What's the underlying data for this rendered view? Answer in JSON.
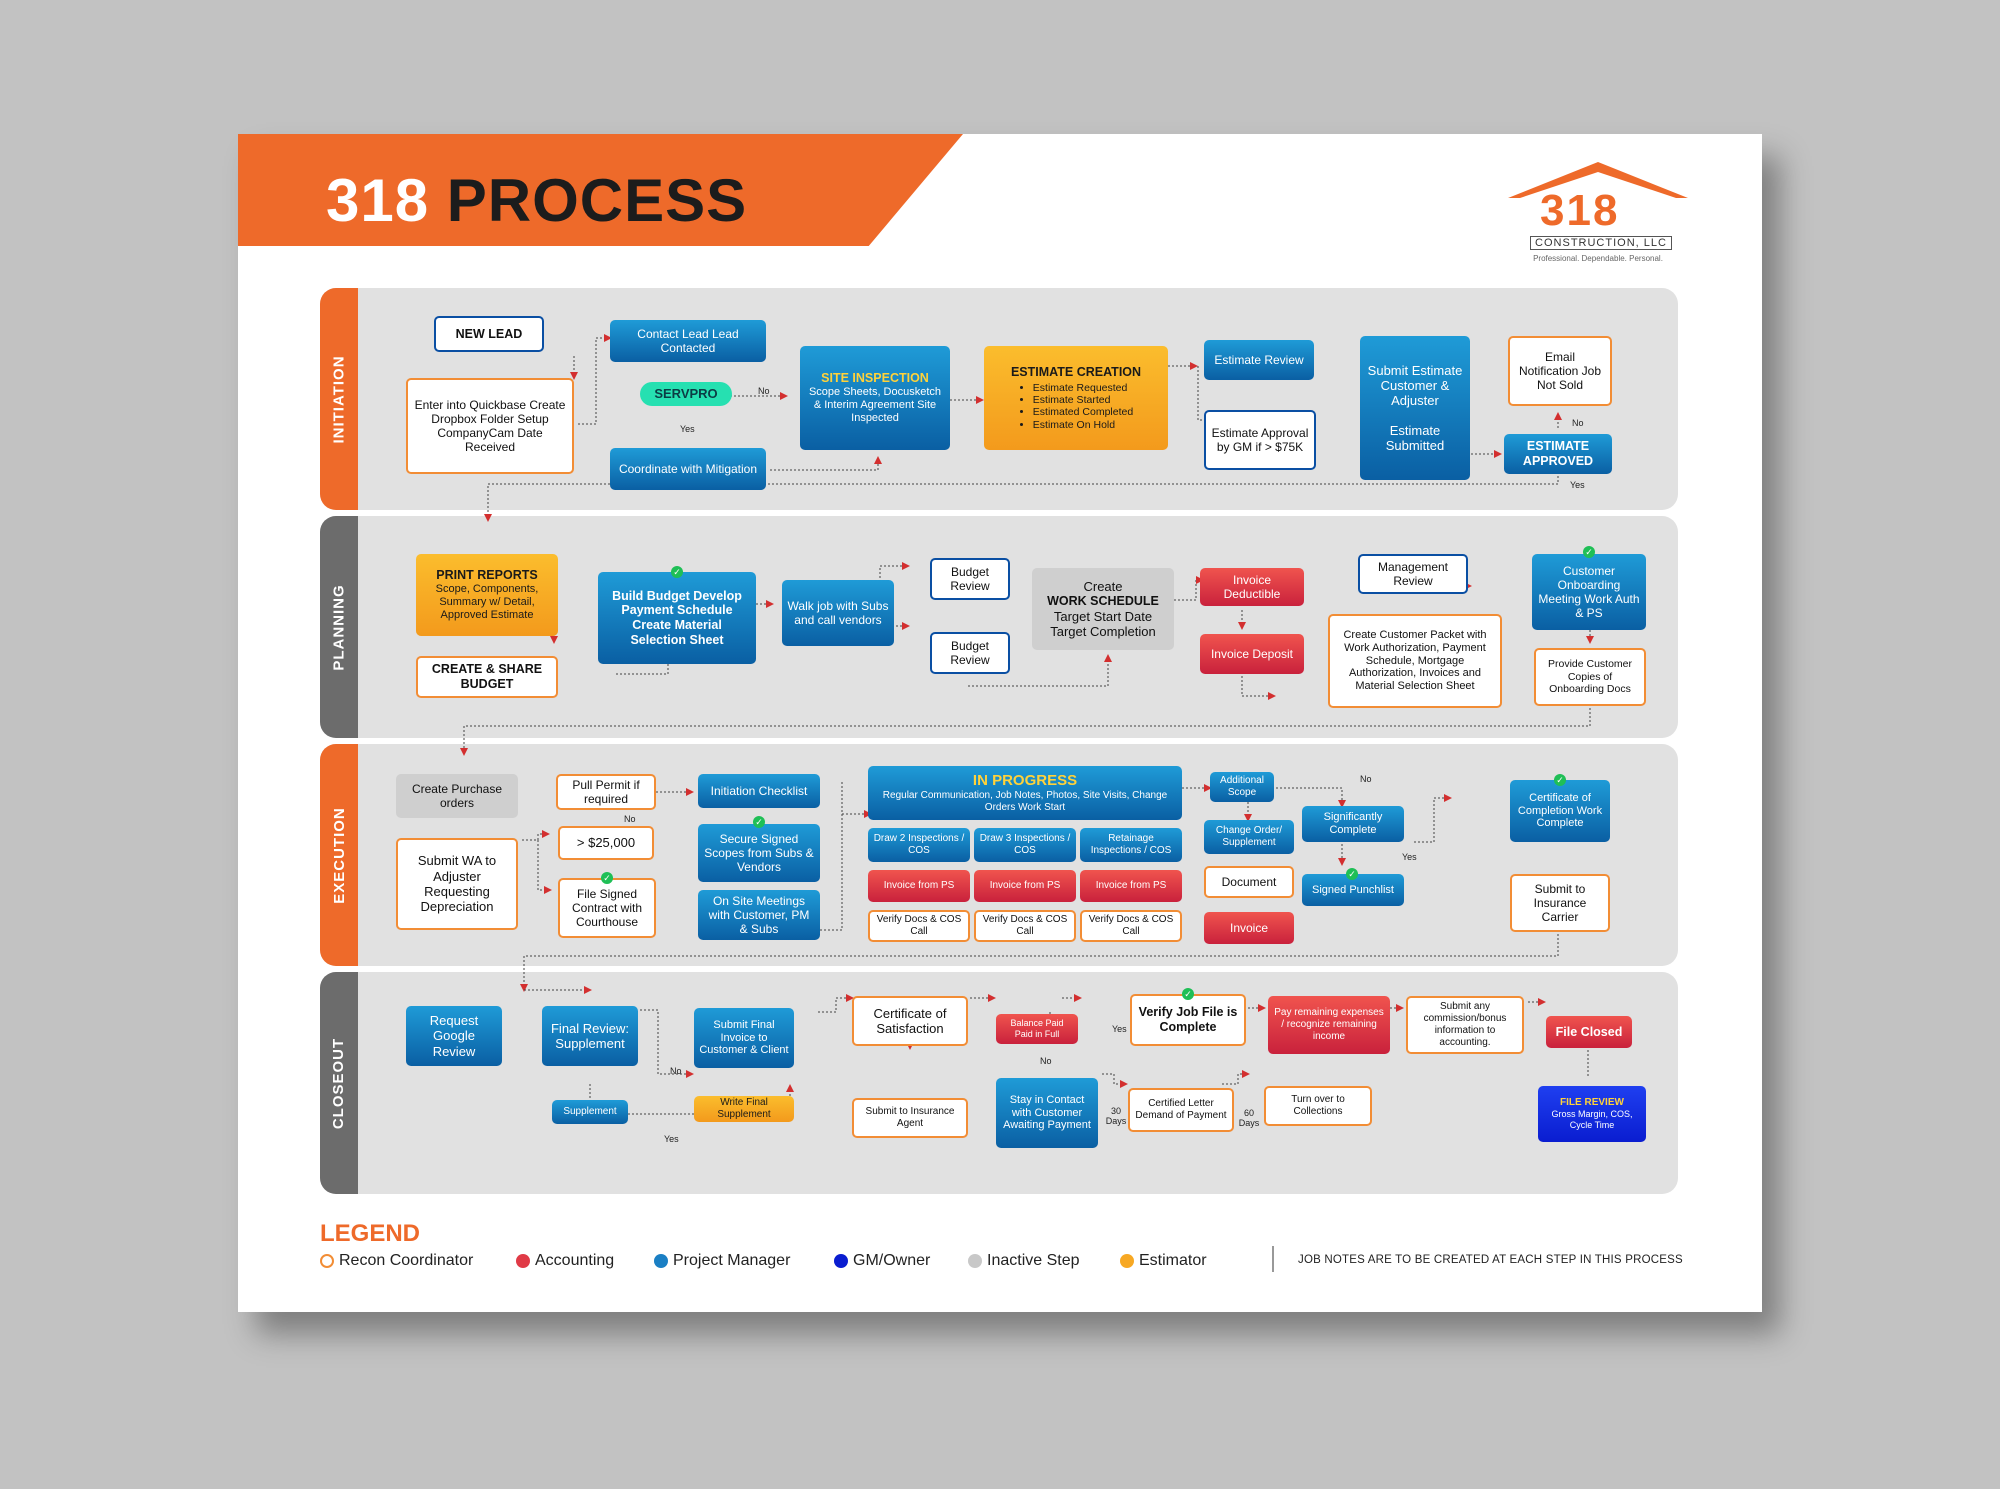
{
  "title": {
    "num": "318",
    "word": "PROCESS"
  },
  "logo": {
    "digits": "318",
    "llc": "CONSTRUCTION, LLC",
    "tagline": "Professional. Dependable. Personal."
  },
  "lanes": [
    "INITIATION",
    "PLANNING",
    "EXECUTION",
    "CLOSEOUT"
  ],
  "initiation": {
    "new_lead": "NEW LEAD",
    "enter_quickbase": "Enter into Quickbase Create Dropbox Folder Setup CompanyCam Date Received",
    "contact_lead": "Contact Lead Lead Contacted",
    "servpro": "SERVPRO",
    "no": "No",
    "yes": "Yes",
    "coordinate_mitigation": "Coordinate with Mitigation",
    "site_inspection_title": "SITE INSPECTION",
    "site_inspection_body": "Scope Sheets, Docusketch & Interim Agreement Site Inspected",
    "estimate_creation_title": "ESTIMATE CREATION",
    "estimate_creation_items": [
      "Estimate Requested",
      "Estimate Started",
      "Estimated Completed",
      "Estimate On Hold"
    ],
    "estimate_review": "Estimate Review",
    "estimate_approval_gm": "Estimate Approval by GM if > $75K",
    "submit_estimate": "Submit Estimate Customer & Adjuster",
    "estimate_submitted": "Estimate Submitted",
    "email_notification": "Email Notification Job Not Sold",
    "estimate_approved": "ESTIMATE APPROVED",
    "approved_no": "No",
    "approved_yes": "Yes"
  },
  "planning": {
    "print_reports_title": "PRINT REPORTS",
    "print_reports_body": "Scope, Components, Summary w/ Detail, Approved Estimate",
    "create_share_budget": "CREATE & SHARE BUDGET",
    "build_budget": "Build Budget Develop Payment Schedule Create Material Selection Sheet",
    "walk_job": "Walk job with Subs and call vendors",
    "budget_review_1": "Budget Review",
    "budget_review_2": "Budget Review",
    "work_schedule_top": "Create",
    "work_schedule_title": "WORK SCHEDULE",
    "work_schedule_body": "Target Start Date Target Completion",
    "invoice_deductible": "Invoice Deductible",
    "invoice_deposit": "Invoice Deposit",
    "management_review": "Management Review",
    "customer_packet": "Create Customer Packet with Work Authorization, Payment Schedule, Mortgage Authorization, Invoices and Material Selection Sheet",
    "customer_onboarding": "Customer Onboarding Meeting Work Auth & PS",
    "provide_copies": "Provide Customer Copies of Onboarding Docs"
  },
  "execution": {
    "create_po": "Create Purchase orders",
    "submit_wa": "Submit WA to Adjuster Requesting Depreciation",
    "pull_permit": "Pull Permit if required",
    "no": "No",
    "threshold": "> $25,000",
    "file_signed": "File Signed Contract with Courthouse",
    "initiation_checklist": "Initiation Checklist",
    "secure_scopes": "Secure Signed Scopes from Subs & Vendors",
    "onsite_meetings": "On Site Meetings with Customer, PM & Subs",
    "in_progress_title": "IN PROGRESS",
    "in_progress_body": "Regular Communication, Job Notes, Photos, Site Visits, Change Orders Work Start",
    "draws": [
      "Draw 2 Inspections / COS",
      "Draw 3 Inspections / COS",
      "Retainage Inspections / COS"
    ],
    "invoices_ps": [
      "Invoice from PS",
      "Invoice from PS",
      "Invoice from PS"
    ],
    "verify_docs": [
      "Verify Docs & COS Call",
      "Verify Docs & COS Call",
      "Verify Docs & COS Call"
    ],
    "additional_scope": "Additional Scope",
    "change_order": "Change Order/ Supplement",
    "document": "Document",
    "invoice": "Invoice",
    "scope_no": "No",
    "significantly_complete": "Significantly Complete",
    "sig_yes": "Yes",
    "signed_punchlist": "Signed Punchlist",
    "certificate_completion": "Certificate of Completion Work Complete",
    "submit_insurance": "Submit to Insurance Carrier"
  },
  "closeout": {
    "request_google": "Request Google Review",
    "final_review": "Final Review: Supplement",
    "supplement": "Supplement",
    "yes": "Yes",
    "no": "No",
    "submit_final_invoice": "Submit Final Invoice to Customer & Client",
    "write_final_supplement": "Write Final Supplement",
    "certificate_satisfaction": "Certificate of Satisfaction",
    "submit_insurance_agent": "Submit to Insurance Agent",
    "balance_paid": "Balance Paid Paid in Full",
    "bal_yes": "Yes",
    "bal_no": "No",
    "stay_contact": "Stay in Contact with Customer Awaiting Payment",
    "days30": "30 Days",
    "certified_letter": "Certified Letter Demand of Payment",
    "days60": "60 Days",
    "turn_over": "Turn over to Collections",
    "verify_job_file": "Verify Job File is Complete",
    "pay_remaining": "Pay remaining expenses / recognize remaining income",
    "submit_commission": "Submit any commission/bonus information to accounting.",
    "file_closed": "File Closed",
    "file_review_title": "FILE REVIEW",
    "file_review_body": "Gross Margin, COS, Cycle Time"
  },
  "legend": {
    "title": "LEGEND",
    "items": [
      {
        "label": "Recon Coordinator",
        "color": "#f28d35",
        "hollow": true
      },
      {
        "label": "Accounting",
        "color": "#e03a46",
        "hollow": false
      },
      {
        "label": "Project Manager",
        "color": "#1a7fc4",
        "hollow": false
      },
      {
        "label": "GM/Owner",
        "color": "#0a1dd0",
        "hollow": false
      },
      {
        "label": "Inactive Step",
        "color": "#c8c8c8",
        "hollow": false
      },
      {
        "label": "Estimator",
        "color": "#f7a823",
        "hollow": false
      }
    ],
    "note": "JOB NOTES ARE TO BE CREATED AT EACH STEP IN THIS PROCESS"
  },
  "colors": {
    "brand_orange": "#ee6a2a",
    "connector_red": "#d32f2f"
  }
}
